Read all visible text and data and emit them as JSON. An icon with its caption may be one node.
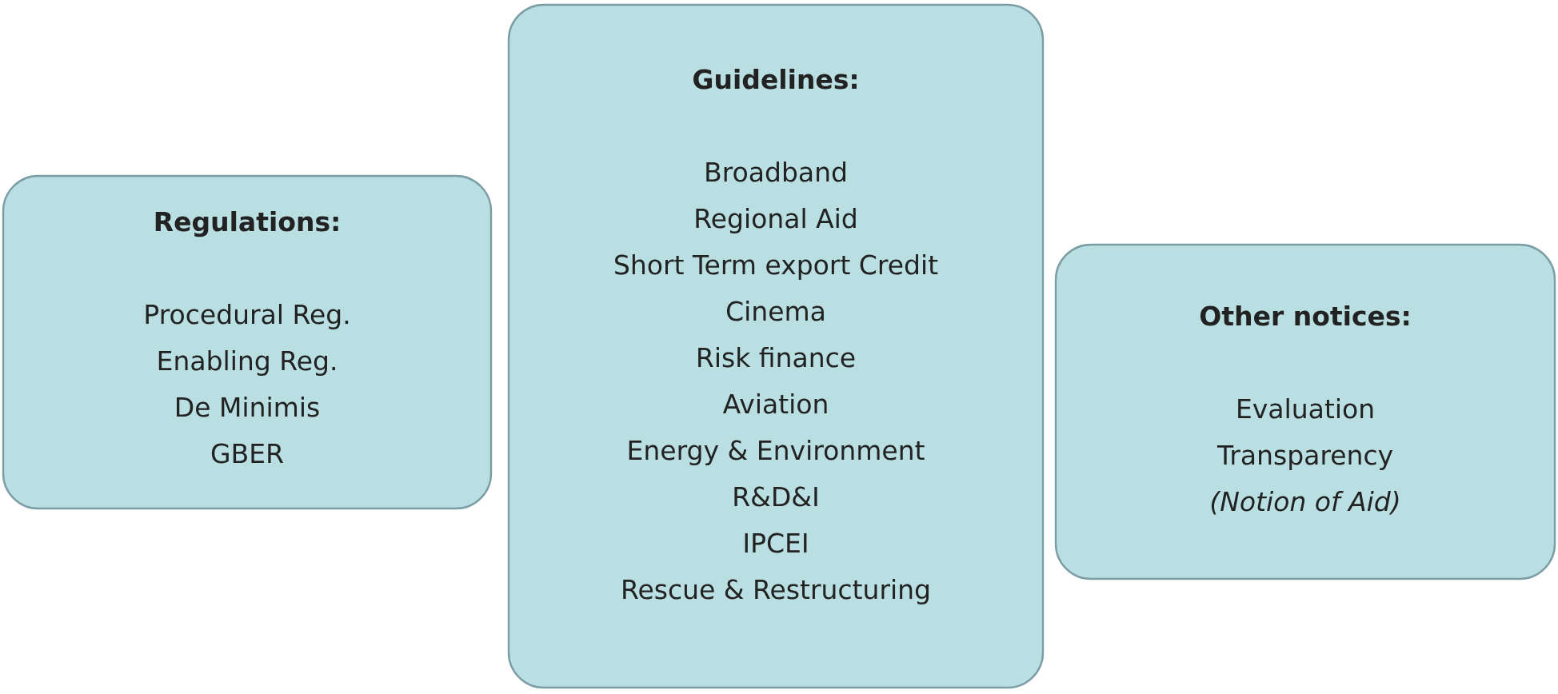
{
  "diagram": {
    "nodes": [
      {
        "text": [
          "Regulations:",
          "Procedural Reg.",
          "Enabling Reg.",
          "De Minimis",
          "GBER"
        ]
      },
      {
        "text": [
          "Guidelines:",
          "Broadband",
          "Regional Aid",
          "Short Term export Credit",
          "Cinema",
          "Risk finance",
          "Aviation",
          "Energy & Environment",
          "R&D&I",
          "IPCEI",
          "Rescue & Restructuring"
        ]
      },
      {
        "text": [
          "Other notices:",
          "Evaluation",
          "Transparency",
          "*(Notion of Aid)*"
        ]
      }
    ]
  }
}
